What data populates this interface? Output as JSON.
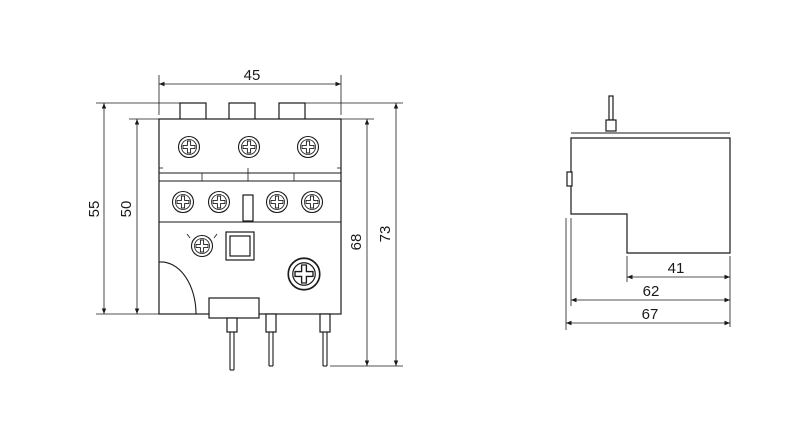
{
  "front_view": {
    "width_label": "45",
    "height_label_outer": "55",
    "height_label_inner": "50",
    "height_label_68": "68",
    "height_label_73": "73"
  },
  "side_view": {
    "depth_label_41": "41",
    "depth_label_62": "62",
    "depth_label_67": "67"
  },
  "colors": {
    "line": "#1a1a1a",
    "background": "#ffffff"
  }
}
